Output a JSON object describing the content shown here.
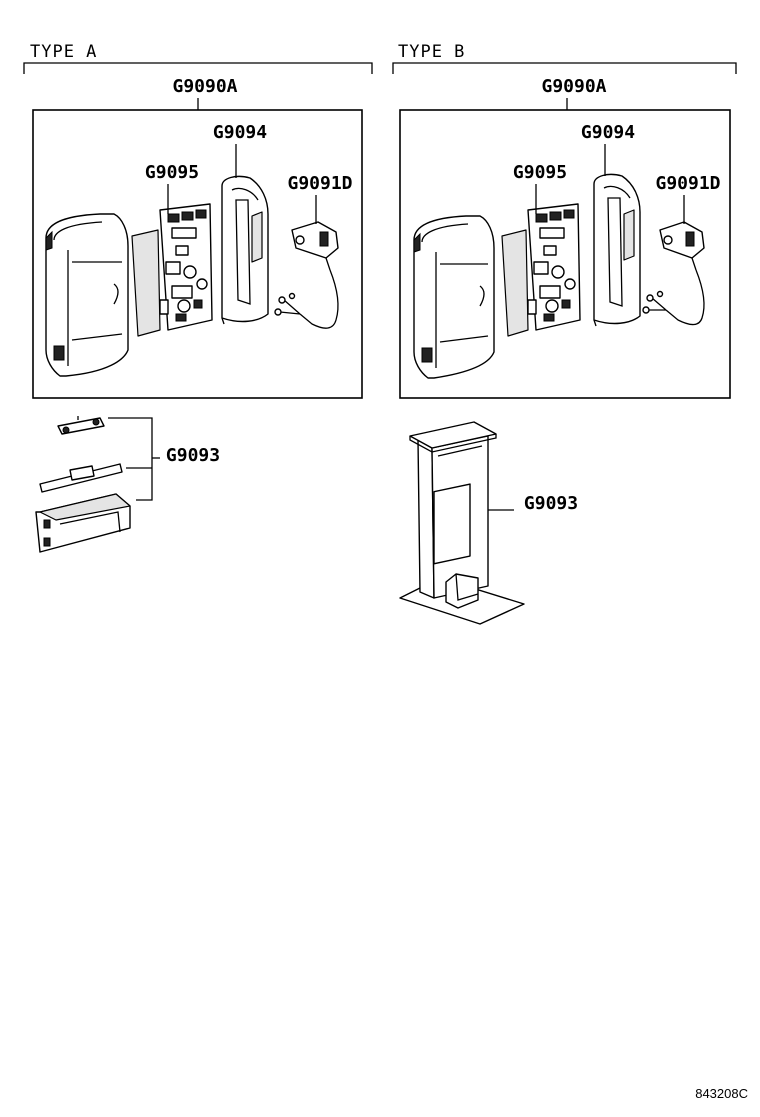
{
  "types": [
    {
      "header": "TYPE A",
      "assembly_label": "G9090A",
      "parts": {
        "cover": "G9094",
        "board": "G9095",
        "harness": "G9091D",
        "bracket": "G9093"
      }
    },
    {
      "header": "TYPE B",
      "assembly_label": "G9090A",
      "parts": {
        "cover": "G9094",
        "board": "G9095",
        "harness": "G9091D",
        "bracket": "G9093"
      }
    }
  ],
  "diagram_code": "843208C"
}
